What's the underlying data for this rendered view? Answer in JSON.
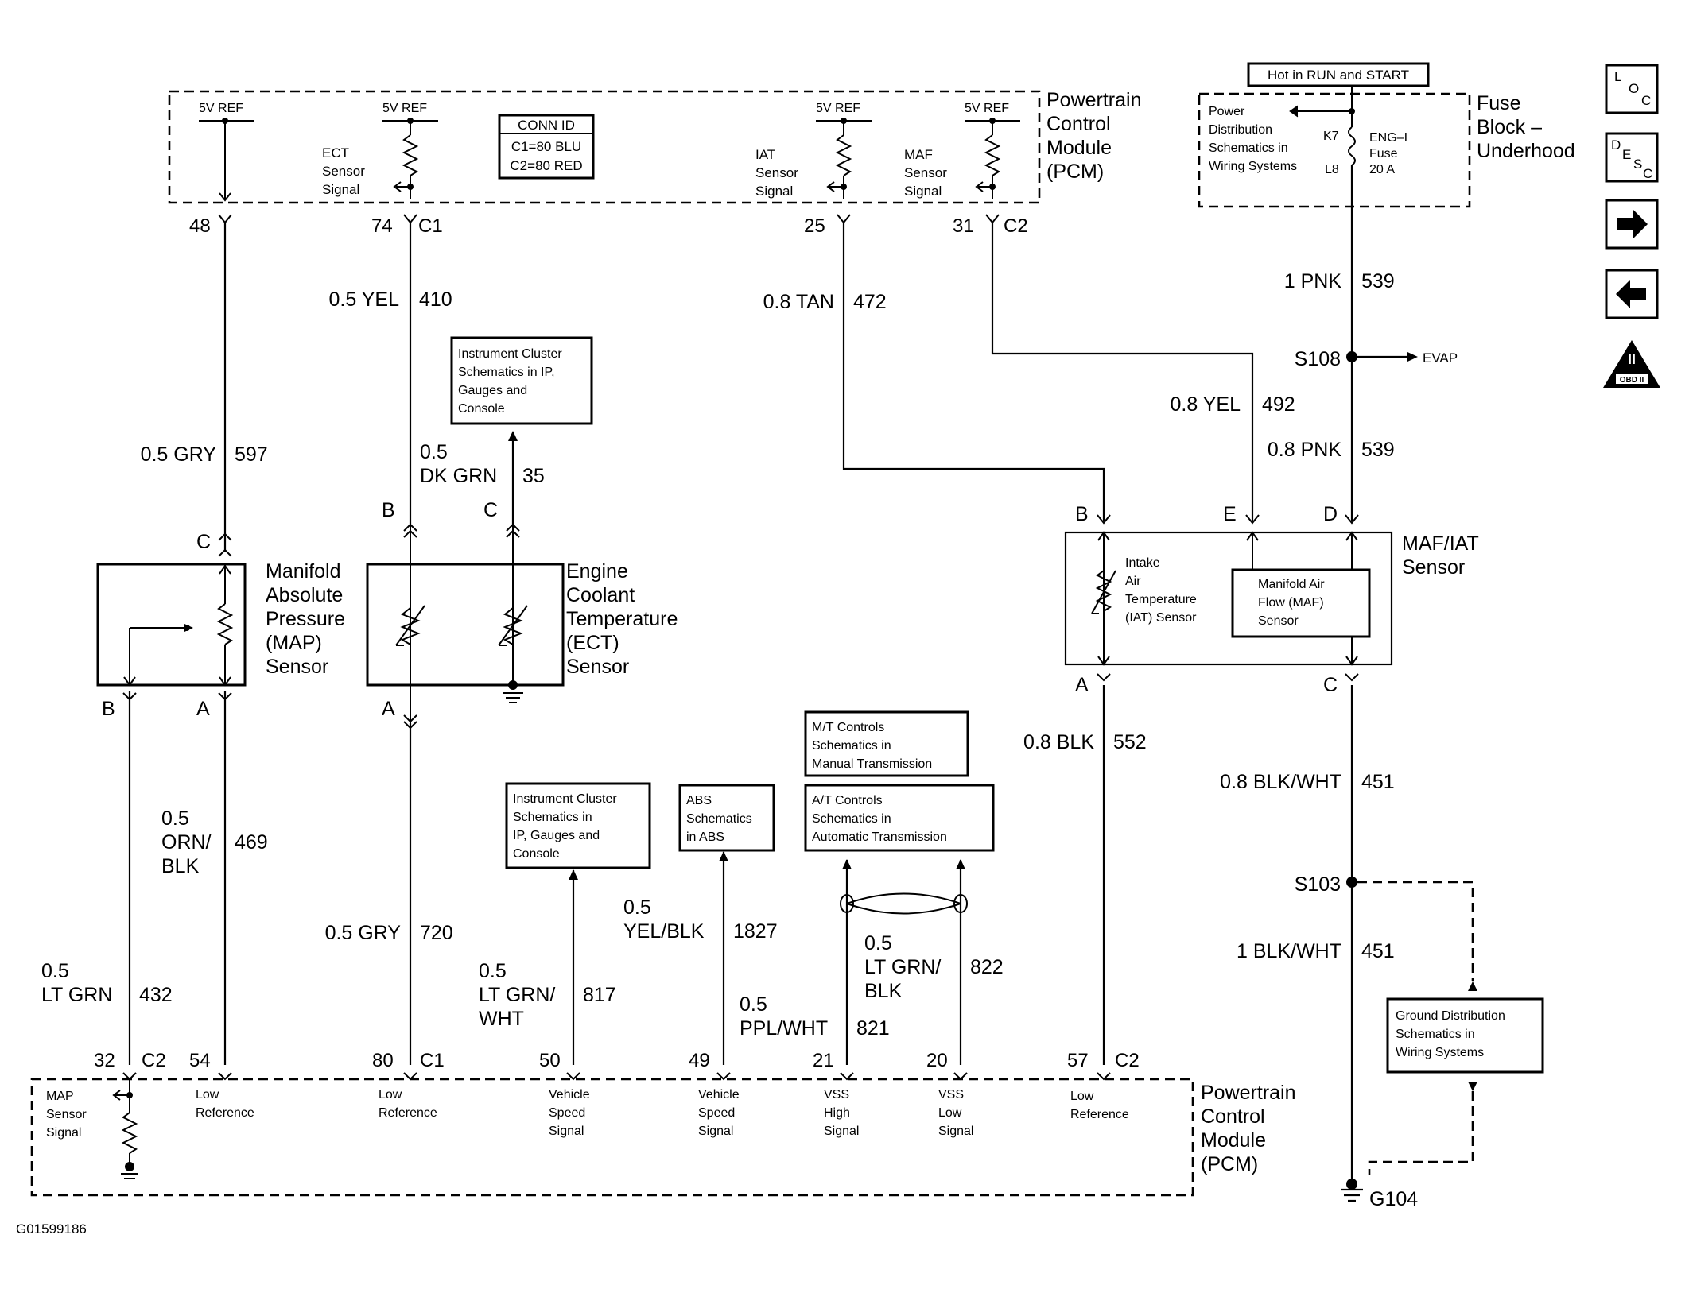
{
  "pcm_top": {
    "title": [
      "Powertrain",
      "Control",
      "Module",
      "(PCM)"
    ],
    "ref_5v": "5V REF",
    "conn_id_title": "CONN ID",
    "conn_c1": "C1=80 BLU",
    "conn_c2": "C2=80 RED",
    "ect_signal": [
      "ECT",
      "Sensor",
      "Signal"
    ],
    "iat_signal": [
      "IAT",
      "Sensor",
      "Signal"
    ],
    "maf_signal": [
      "MAF",
      "Sensor",
      "Signal"
    ],
    "pins": {
      "p48": "48",
      "p74": "74",
      "c1": "C1",
      "p25": "25",
      "p31": "31",
      "c2": "C2"
    }
  },
  "fuse_block": {
    "hot_label": "Hot in RUN and START",
    "title": [
      "Fuse",
      "Block –",
      "Underhood"
    ],
    "power_dist": [
      "Power",
      "Distribution",
      "Schematics in",
      "Wiring Systems"
    ],
    "k7": "K7",
    "l8": "L8",
    "fuse": [
      "ENG–I",
      "Fuse",
      "20 A"
    ]
  },
  "wires": {
    "w597": {
      "gauge": "0.5 GRY",
      "circuit": "597"
    },
    "w410": {
      "gauge": "0.5 YEL",
      "circuit": "410"
    },
    "w35": {
      "gauge": [
        "0.5",
        "DK GRN"
      ],
      "circuit": "35"
    },
    "w472": {
      "gauge": "0.8 TAN",
      "circuit": "472"
    },
    "w539a": {
      "gauge": "1 PNK",
      "circuit": "539"
    },
    "w492": {
      "gauge": "0.8 YEL",
      "circuit": "492"
    },
    "w539b": {
      "gauge": "0.8 PNK",
      "circuit": "539"
    },
    "w469": {
      "gauge": [
        "0.5",
        "ORN/",
        "BLK"
      ],
      "circuit": "469"
    },
    "w432": {
      "gauge": [
        "0.5",
        "LT GRN"
      ],
      "circuit": "432"
    },
    "w720": {
      "gauge": "0.5 GRY",
      "circuit": "720"
    },
    "w817": {
      "gauge": [
        "0.5",
        "LT GRN/",
        "WHT"
      ],
      "circuit": "817"
    },
    "w1827": {
      "gauge": [
        "0.5",
        "YEL/BLK"
      ],
      "circuit": "1827"
    },
    "w821": {
      "gauge": [
        "0.5",
        "PPL/WHT"
      ],
      "circuit": "821"
    },
    "w822": {
      "gauge": [
        "0.5",
        "LT GRN/",
        "BLK"
      ],
      "circuit": "822"
    },
    "w552": {
      "gauge": "0.8 BLK",
      "circuit": "552"
    },
    "w451a": {
      "gauge": "0.8 BLK/WHT",
      "circuit": "451"
    },
    "w451b": {
      "gauge": "1 BLK/WHT",
      "circuit": "451"
    }
  },
  "splices": {
    "s108": "S108",
    "evap": "EVAP",
    "s103": "S103",
    "g104": "G104"
  },
  "map_sensor": {
    "title": [
      "Manifold",
      "Absolute",
      "Pressure",
      "(MAP)",
      "Sensor"
    ],
    "pin_c": "C",
    "pin_b": "B",
    "pin_a": "A"
  },
  "ect_sensor": {
    "title": [
      "Engine",
      "Coolant",
      "Temperature",
      "(ECT)",
      "Sensor"
    ],
    "pin_b": "B",
    "pin_c": "C",
    "pin_a": "A"
  },
  "maf_iat_sensor": {
    "title": [
      "MAF/IAT",
      "Sensor"
    ],
    "iat": [
      "Intake",
      "Air",
      "Temperature",
      "(IAT) Sensor"
    ],
    "maf": [
      "Manifold Air",
      "Flow (MAF)",
      "Sensor"
    ],
    "pin_b": "B",
    "pin_e": "E",
    "pin_d": "D",
    "pin_a": "A",
    "pin_c": "C"
  },
  "refs": {
    "instrument_cluster_top": [
      "Instrument Cluster",
      "Schematics in IP,",
      "Gauges and",
      "Console"
    ],
    "instrument_cluster_bottom": [
      "Instrument Cluster",
      "Schematics in",
      "IP, Gauges and",
      "Console"
    ],
    "abs": [
      "ABS",
      "Schematics",
      "in ABS"
    ],
    "mt_controls": [
      "M/T Controls",
      "Schematics in",
      "Manual Transmission"
    ],
    "at_controls": [
      "A/T Controls",
      "Schematics in",
      "Automatic Transmission"
    ],
    "ground_dist": [
      "Ground Distribution",
      "Schematics in",
      "Wiring Systems"
    ]
  },
  "pcm_bottom": {
    "title": [
      "Powertrain",
      "Control",
      "Module",
      "(PCM)"
    ],
    "pins": {
      "p32": "32",
      "c2a": "C2",
      "p54": "54",
      "p80": "80",
      "c1": "C1",
      "p50": "50",
      "p49": "49",
      "p21": "21",
      "p20": "20",
      "p57": "57",
      "c2b": "C2"
    },
    "map_signal": [
      "MAP",
      "Sensor",
      "Signal"
    ],
    "low_ref": [
      "Low",
      "Reference"
    ],
    "vss": [
      "Vehicle",
      "Speed",
      "Signal"
    ],
    "vss_high": [
      "VSS",
      "High",
      "Signal"
    ],
    "vss_low": [
      "VSS",
      "Low",
      "Signal"
    ]
  },
  "nav": {
    "loc": [
      "L",
      "O",
      "C"
    ],
    "desc": [
      "D",
      "E",
      "S",
      "C"
    ],
    "obd": "OBD II"
  },
  "figure_id": "G01599186"
}
